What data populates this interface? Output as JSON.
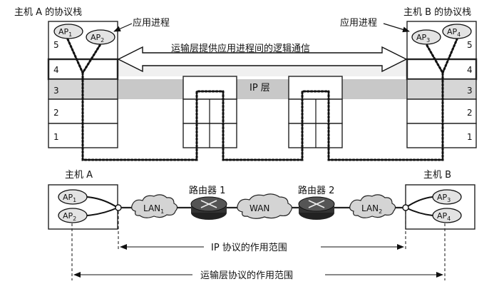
{
  "hostA": {
    "stack_title": "主机 A 的协议栈",
    "name": "主机 A",
    "layers": [
      "5",
      "4",
      "3",
      "2",
      "1"
    ],
    "ap1": "AP",
    "ap1_sub": "1",
    "ap2": "AP",
    "ap2_sub": "2"
  },
  "hostB": {
    "stack_title": "主机 B 的协议栈",
    "name": "主机 B",
    "layers": [
      "5",
      "4",
      "3",
      "2",
      "1"
    ],
    "ap3": "AP",
    "ap3_sub": "3",
    "ap4": "AP",
    "ap4_sub": "4"
  },
  "app_process_left": "应用进程",
  "app_process_right": "应用进程",
  "transport_logical": "运输层提供应用进程间的逻辑通信",
  "ip_layer": "IP 层",
  "network": {
    "lan1": "LAN",
    "lan1_sub": "1",
    "lan2": "LAN",
    "lan2_sub": "2",
    "wan": "WAN",
    "router1": "路由器 1",
    "router2": "路由器 2"
  },
  "scope_ip": "IP 协议的作用范围",
  "scope_transport": "运输层协议的作用范围"
}
